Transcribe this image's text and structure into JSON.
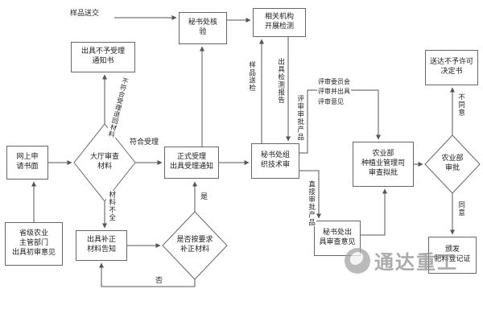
{
  "diagram": {
    "nodes": {
      "online_apply": {
        "label": "网上申\n请书面"
      },
      "hall_review": {
        "label": "大厅审查\n材料"
      },
      "reject_notice": {
        "label": "出具不予受理\n通知书"
      },
      "secretariat_verify": {
        "label": "秘书处核\n验"
      },
      "testing_org": {
        "label": "相关机构\n开展检测"
      },
      "formal_accept": {
        "label": "正式受理\n出具受理通知"
      },
      "tech_review": {
        "label": "秘书处组\n织技术审"
      },
      "ministry_dept": {
        "label": "农业部\n种植业管理司\n审查拟批"
      },
      "ministry_approve": {
        "label": "农业部\n审批"
      },
      "deny_decision": {
        "label": "送达不予许可\n决定书"
      },
      "issue_cert": {
        "label": "颁发\n肥料登记证"
      },
      "provincial": {
        "label": "省级农业\n主管部门\n出具初审意见"
      },
      "supplement_notice": {
        "label": "出具补正\n材料告知"
      },
      "supplement_check": {
        "label": "是否按要求\n补正材料"
      },
      "secretariat_opinion": {
        "label": "秘书处出\n具审查意见"
      }
    },
    "edge_labels": {
      "sample_submit": "样品送交",
      "not_accepted": "不符合受理退回材料",
      "accepted": "符合受理",
      "incomplete": "材料不全",
      "sample_test": "样品送检",
      "test_report": "出具检测报告",
      "yes": "是",
      "no": "否",
      "committee": "评审委员会\n评审并出具\n评审意见",
      "committee_products": "评审审批产品",
      "direct_products": "直接审批产品",
      "disagree": "不同意",
      "agree": "同意"
    },
    "watermark": {
      "text": "通达重工",
      "logo_icon": "tongda-circle-logo",
      "color": "#8f8f8f"
    },
    "colors": {
      "line": "#555555",
      "box_border": "#666666",
      "background": "#ffffff"
    }
  }
}
